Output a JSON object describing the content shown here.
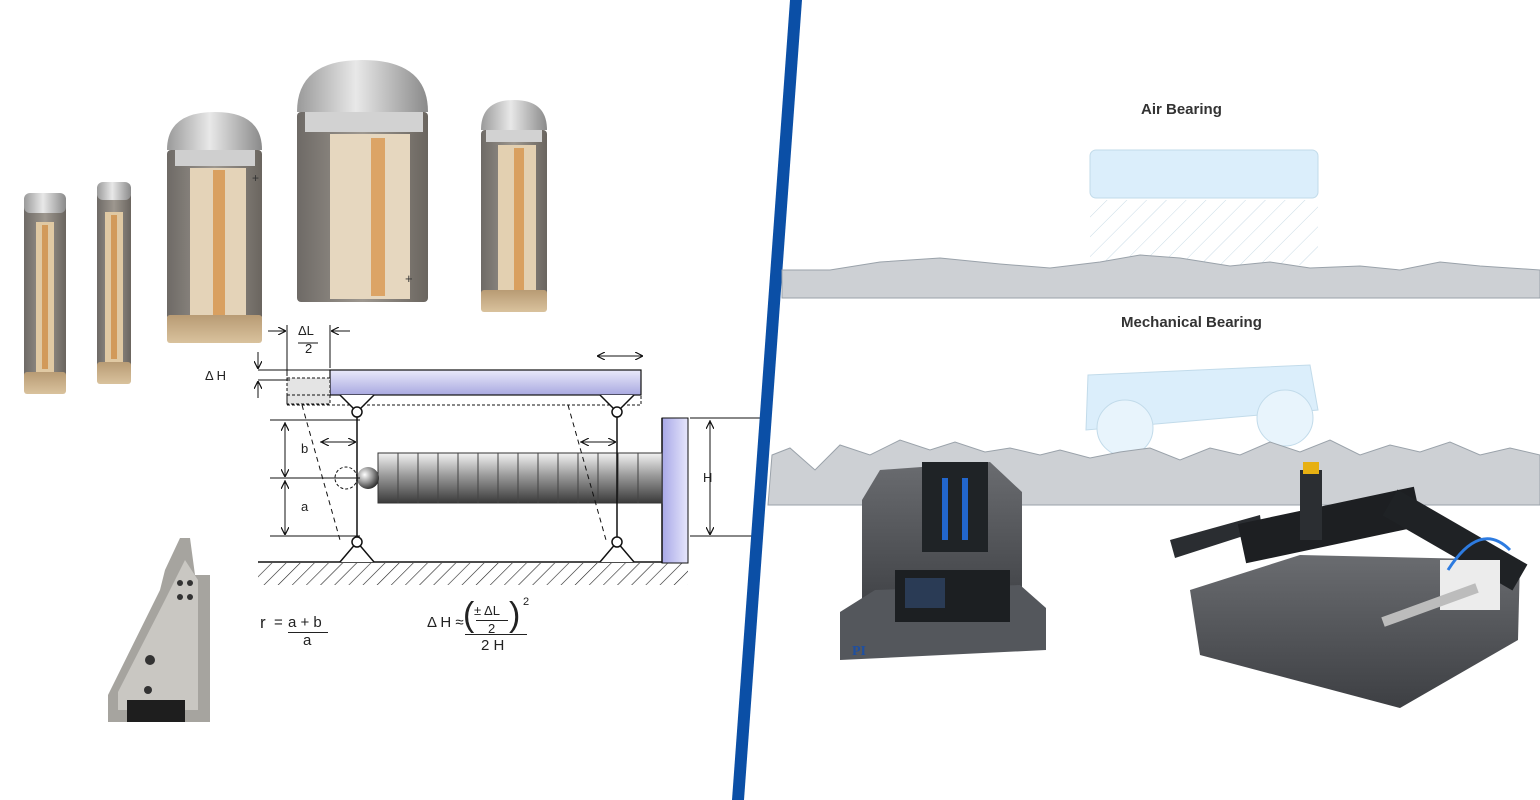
{
  "left_panel": {
    "dim_labels": {
      "delta_l_num": "ΔL",
      "delta_l_den": "2",
      "delta_h": "Δ H",
      "b": "b",
      "a": "a",
      "h": "H"
    },
    "formula_r": {
      "lhs": "r",
      "eq": "=",
      "num": "a + b",
      "den": "a"
    },
    "formula_dh": {
      "lhs": "Δ H ≈",
      "inner_num": "± ΔL",
      "inner_den": "2",
      "exp": "2",
      "den": "2 H"
    }
  },
  "right_panel": {
    "air_bearing_title": "Air Bearing",
    "mechanical_bearing_title": "Mechanical Bearing",
    "logo": "PI"
  },
  "colors": {
    "divider": "#0b4fa6",
    "bearing_fill": "#dbeefb",
    "terrain": "#cdd0d4",
    "beam": "#c8c9ef"
  }
}
